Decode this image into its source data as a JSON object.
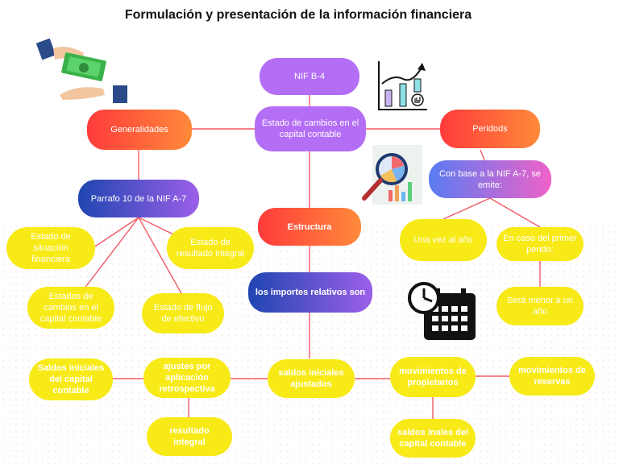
{
  "title": "Formulación y presentación de la información financiera",
  "nodes": {
    "nif_b4": "NIF B-4",
    "estado_cambios_capital": "Estado de cambios en el capital contable",
    "generalidades": "Generalidades",
    "periodos": "Peridods",
    "parrafo_10": "Parrafo 10 de la NIF A-7",
    "estructura": "Estructura",
    "con_base_nif_a7": "Con base a la NIF A-7, se emite:",
    "estado_situacion": "Estado de situación financiera",
    "estado_resultado": "Estado de resultado integral",
    "estados_cambios": "Estados de cambios en el capital contable",
    "estado_flujo": "Estado de flujo de efectivo",
    "importes_relativos": "los importes  relativos son",
    "una_vez_anio": "Una vez al año",
    "primer_periodo": "En caso del primer perido:",
    "menor_anio": "Será menor a un año",
    "saldos_iniciales_capital": "Saldos iniciales del capital contable",
    "ajustes_aplicacion": "ajustes por aplicación retrospectiva",
    "saldos_ajustados": "saldos iniciales ajustados",
    "movimientos_propietarios": "movimientos de propietarios",
    "movimientos_reservas": "movimientos de reservas",
    "resultado_integral": "resultado integral",
    "saldos_finales": "saldos inales del capital contable"
  },
  "colors": {
    "connector": "#f05a66",
    "purple": "#b46ef5",
    "orange": "#ff5a3a",
    "yellow": "#f7ea17",
    "blue": "#1f46b0"
  },
  "icons": [
    "money-hands-icon",
    "growth-chart-icon",
    "analytics-magnifier-icon",
    "clock-calendar-icon"
  ]
}
